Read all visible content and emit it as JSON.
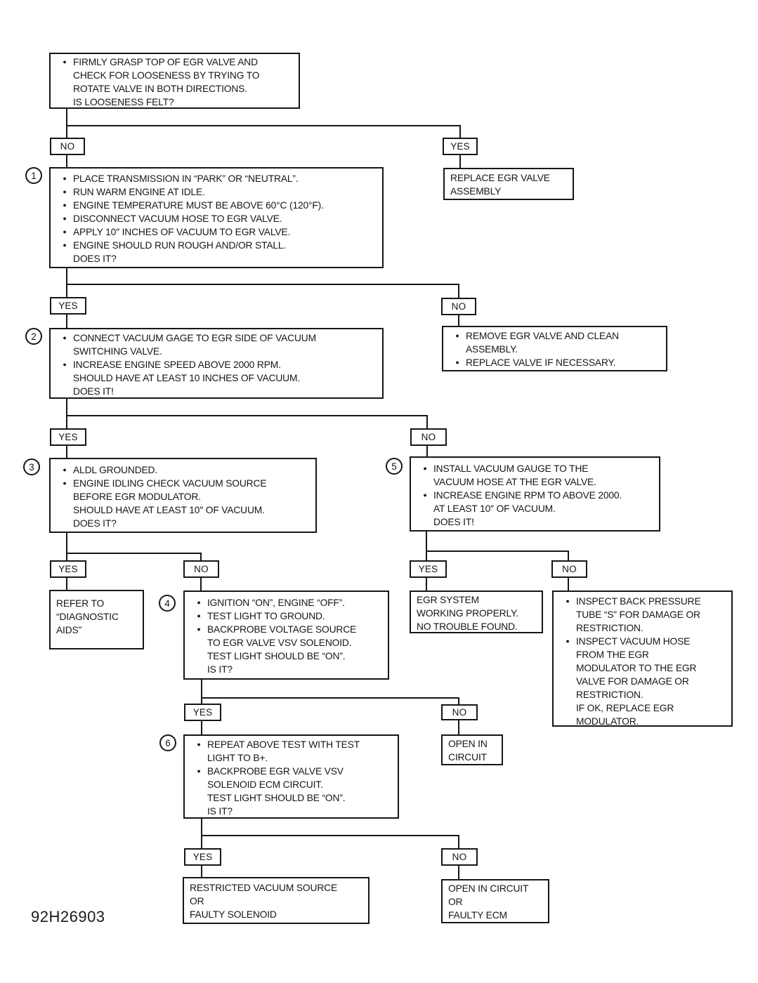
{
  "figure_code": "92H26903",
  "colors": {
    "ink": "#161616",
    "paper": "#ffffff"
  },
  "labels": {
    "yes": "YES",
    "no": "NO"
  },
  "steps": {
    "s1": "1",
    "s2": "2",
    "s3": "3",
    "s4": "4",
    "s5": "5",
    "s6": "6"
  },
  "nodes": {
    "check_looseness": {
      "lines": [
        {
          "b": 1,
          "t": "FIRMLY GRASP TOP OF EGR VALVE AND"
        },
        {
          "b": 0,
          "t": "CHECK FOR LOOSENESS BY TRYING TO"
        },
        {
          "b": 0,
          "t": "ROTATE VALVE IN BOTH DIRECTIONS."
        },
        {
          "b": 0,
          "t": "IS LOOSENESS FELT?"
        }
      ]
    },
    "replace_assembly": {
      "lines": [
        {
          "b": 0,
          "t": "REPLACE EGR VALVE"
        },
        {
          "b": 0,
          "t": "ASSEMBLY"
        }
      ]
    },
    "functional_check": {
      "lines": [
        {
          "b": 1,
          "t": "PLACE TRANSMISSION IN “PARK” OR “NEUTRAL”."
        },
        {
          "b": 1,
          "t": "RUN WARM ENGINE AT IDLE."
        },
        {
          "b": 1,
          "t": "ENGINE TEMPERATURE MUST BE ABOVE 60°C (120°F)."
        },
        {
          "b": 1,
          "t": "DISCONNECT VACUUM HOSE TO EGR VALVE."
        },
        {
          "b": 1,
          "t": "APPLY 10″ INCHES OF VACUUM TO EGR VALVE."
        },
        {
          "b": 1,
          "t": "ENGINE SHOULD RUN ROUGH AND/OR STALL."
        },
        {
          "b": 0,
          "t": "DOES IT?"
        }
      ]
    },
    "remove_clean": {
      "lines": [
        {
          "b": 1,
          "t": "REMOVE EGR VALVE AND CLEAN"
        },
        {
          "b": 0,
          "t": "ASSEMBLY."
        },
        {
          "b": 1,
          "t": "REPLACE VALVE IF NECESSARY."
        }
      ]
    },
    "vsv_vacuum_check": {
      "lines": [
        {
          "b": 1,
          "t": "CONNECT VACUUM GAGE TO EGR SIDE OF VACUUM"
        },
        {
          "b": 0,
          "t": "SWITCHING VALVE."
        },
        {
          "b": 1,
          "t": "INCREASE ENGINE SPEED ABOVE 2000 RPM."
        },
        {
          "b": 0,
          "t": "SHOULD HAVE AT LEAST 10 INCHES OF VACUUM."
        },
        {
          "b": 0,
          "t": "DOES IT!"
        }
      ]
    },
    "vacuum_source_check": {
      "lines": [
        {
          "b": 1,
          "t": "ALDL GROUNDED."
        },
        {
          "b": 1,
          "t": "ENGINE IDLING CHECK VACUUM SOURCE"
        },
        {
          "b": 0,
          "t": "BEFORE EGR MODULATOR."
        },
        {
          "b": 0,
          "t": "SHOULD HAVE AT LEAST 10″ OF VACUUM."
        },
        {
          "b": 0,
          "t": "DOES IT?"
        }
      ]
    },
    "gauge_at_valve_check": {
      "lines": [
        {
          "b": 1,
          "t": "INSTALL VACUUM GAUGE TO THE"
        },
        {
          "b": 0,
          "t": "VACUUM HOSE AT THE EGR VALVE."
        },
        {
          "b": 1,
          "t": "INCREASE ENGINE RPM TO ABOVE 2000."
        },
        {
          "b": 0,
          "t": "AT LEAST 10″ OF VACUUM."
        },
        {
          "b": 0,
          "t": "DOES IT!"
        }
      ]
    },
    "refer_aids": {
      "lines": [
        {
          "b": 0,
          "t": "REFER TO"
        },
        {
          "b": 0,
          "t": "“DIAGNOSTIC"
        },
        {
          "b": 0,
          "t": "AIDS”"
        }
      ]
    },
    "test_light_ground": {
      "lines": [
        {
          "b": 1,
          "t": "IGNITION “ON”, ENGINE “OFF”."
        },
        {
          "b": 1,
          "t": "TEST LIGHT TO GROUND."
        },
        {
          "b": 1,
          "t": "BACKPROBE VOLTAGE SOURCE"
        },
        {
          "b": 0,
          "t": "TO EGR VALVE VSV SOLENOID."
        },
        {
          "b": 0,
          "t": "TEST LIGHT SHOULD BE “ON”."
        },
        {
          "b": 0,
          "t": "IS IT?"
        }
      ]
    },
    "egr_ok": {
      "lines": [
        {
          "b": 0,
          "t": "EGR SYSTEM"
        },
        {
          "b": 0,
          "t": "WORKING PROPERLY."
        },
        {
          "b": 0,
          "t": "NO TROUBLE FOUND."
        }
      ]
    },
    "inspect_backpressure": {
      "lines": [
        {
          "b": 1,
          "t": "INSPECT BACK PRESSURE"
        },
        {
          "b": 0,
          "t": "TUBE “S” FOR DAMAGE OR"
        },
        {
          "b": 0,
          "t": "RESTRICTION."
        },
        {
          "b": 1,
          "t": "INSPECT VACUUM HOSE"
        },
        {
          "b": 0,
          "t": "FROM THE EGR"
        },
        {
          "b": 0,
          "t": "MODULATOR TO THE EGR"
        },
        {
          "b": 0,
          "t": "VALVE FOR DAMAGE OR"
        },
        {
          "b": 0,
          "t": "RESTRICTION."
        },
        {
          "b": 0,
          "t": "IF OK, REPLACE EGR"
        },
        {
          "b": 0,
          "t": "MODULATOR."
        }
      ]
    },
    "test_light_bplus": {
      "lines": [
        {
          "b": 1,
          "t": "REPEAT ABOVE TEST WITH TEST"
        },
        {
          "b": 0,
          "t": "LIGHT TO B+."
        },
        {
          "b": 1,
          "t": "BACKPROBE EGR VALVE VSV"
        },
        {
          "b": 0,
          "t": "SOLENOID ECM CIRCUIT."
        },
        {
          "b": 0,
          "t": "TEST LIGHT SHOULD BE “ON”."
        },
        {
          "b": 0,
          "t": "IS IT?"
        }
      ]
    },
    "open_in_circuit": {
      "lines": [
        {
          "b": 0,
          "t": "OPEN IN"
        },
        {
          "b": 0,
          "t": "CIRCUIT"
        }
      ]
    },
    "restricted_source": {
      "lines": [
        {
          "b": 0,
          "t": "RESTRICTED VACUUM SOURCE"
        },
        {
          "b": 0,
          "t": "OR"
        },
        {
          "b": 0,
          "t": "FAULTY SOLENOID"
        }
      ]
    },
    "open_or_ecm": {
      "lines": [
        {
          "b": 0,
          "t": "OPEN IN CIRCUIT"
        },
        {
          "b": 0,
          "t": "OR"
        },
        {
          "b": 0,
          "t": "FAULTY ECM"
        }
      ]
    }
  }
}
